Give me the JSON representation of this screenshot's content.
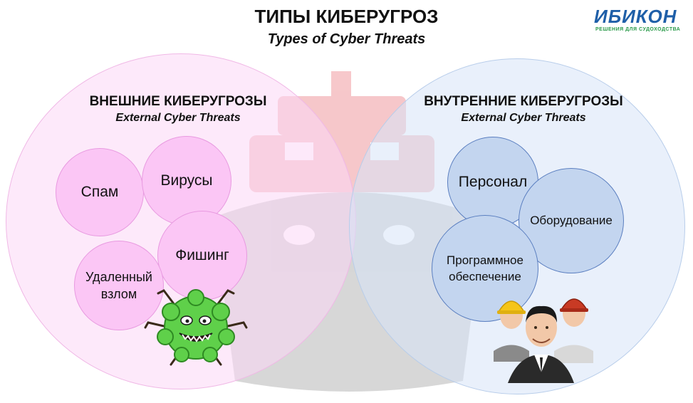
{
  "header": {
    "title": "ТИПЫ КИБЕРУГРОЗ",
    "subtitle": "Types of Cyber Threats"
  },
  "logo": {
    "name": "ИБИКОН",
    "tagline": "РЕШЕНИЯ ДЛЯ СУДОХОДСТВА",
    "brand_color": "#1f5fa8",
    "tagline_color": "#2a9a4a"
  },
  "external": {
    "title": "ВНЕШНИЕ КИБЕРУГРОЗЫ",
    "subtitle": "External Cyber Threats",
    "color": "#fbc6f5",
    "items": {
      "spam": "Спам",
      "viruses": "Вирусы",
      "phishing": "Фишинг",
      "remote_line1": "Удаленный",
      "remote_line2": "взлом"
    },
    "icon": "virus-monster-icon"
  },
  "internal": {
    "title": "ВНУТРЕННИЕ КИБЕРУГРОЗЫ",
    "subtitle": "External Cyber Threats",
    "color": "#c3d5ef",
    "items": {
      "personnel": "Персонал",
      "equipment": "Оборудование",
      "software_line1": "Программное",
      "software_line2": "обеспечение"
    },
    "icon": "workers-group-icon"
  },
  "background_icon": "ship-icon"
}
